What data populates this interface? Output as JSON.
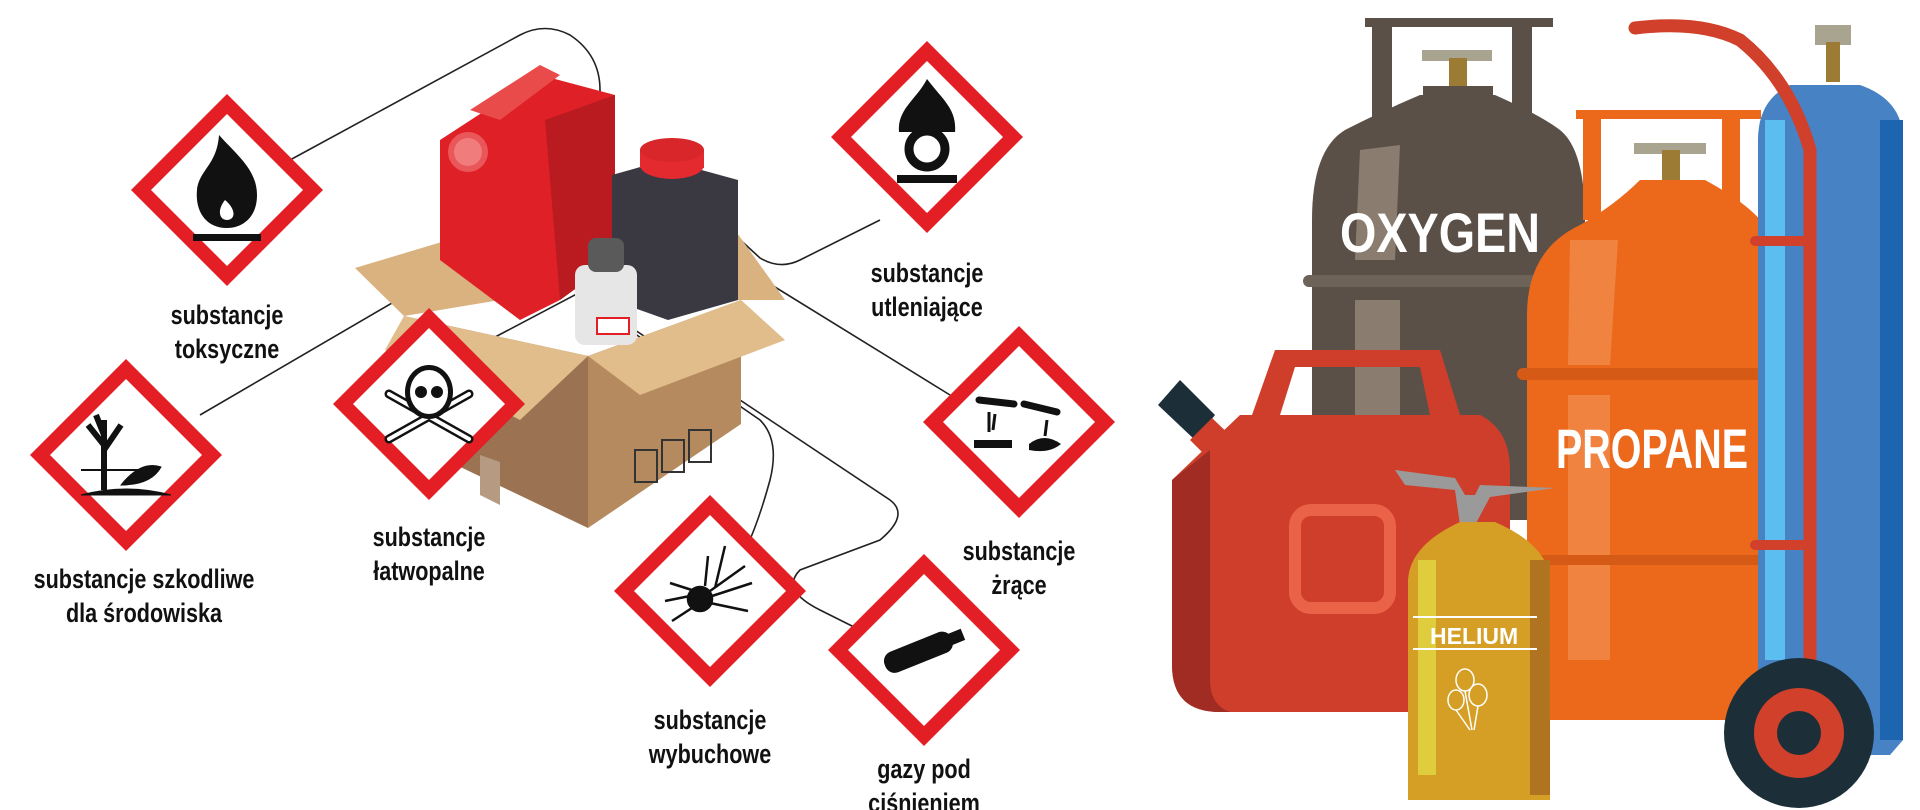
{
  "colors": {
    "pictogram_red": "#e31e24",
    "box": "#d9ae7c",
    "grey_cylinder": "#5b5048",
    "orange_cylinder": "#ec691c",
    "blue_cylinder": "#4682c4",
    "jerrycan": "#cf3e2b",
    "helium": "#d59e24"
  },
  "hazards": [
    {
      "icon": "flame-icon",
      "line1": "substancje",
      "line2": "toksyczne"
    },
    {
      "icon": "environment-icon",
      "line1": "substancje szkodliwe",
      "line2": "dla środowiska"
    },
    {
      "icon": "skull-crossbones-icon",
      "line1": "substancje",
      "line2": "łatwopalne"
    },
    {
      "icon": "flame-over-circle-icon",
      "line1": "substancje",
      "line2": "utleniające"
    },
    {
      "icon": "corrosion-icon",
      "line1": "substancje",
      "line2": "żrące"
    },
    {
      "icon": "exploding-bomb-icon",
      "line1": "substancje",
      "line2": "wybuchowe"
    },
    {
      "icon": "gas-cylinder-icon",
      "line1": "gazy pod",
      "line2": "ciśnieniem"
    }
  ],
  "cylinders": {
    "oxygen": "OXYGEN",
    "propane": "PROPANE",
    "helium": "HELIUM"
  }
}
